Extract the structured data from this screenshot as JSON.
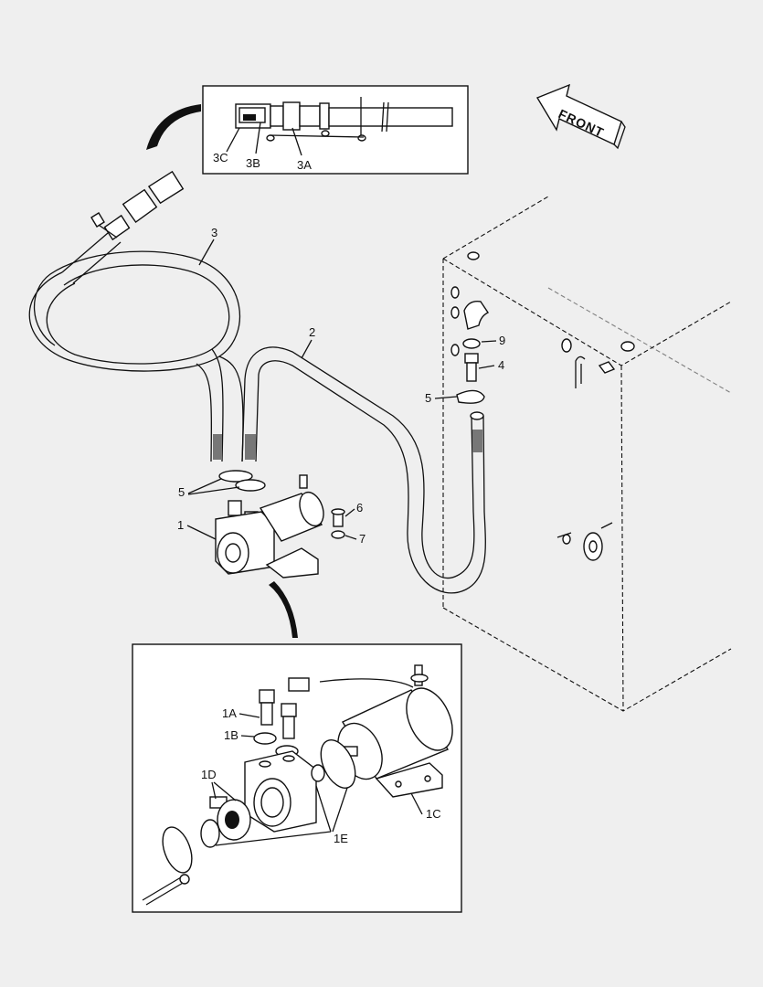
{
  "direction_label": "FRONT",
  "callouts": {
    "l3": "3",
    "l3A": "3A",
    "l3B": "3B",
    "l3C": "3C",
    "l2": "2",
    "l9": "9",
    "l4": "4",
    "l5_tank": "5",
    "l5_pump": "5",
    "l6": "6",
    "l7": "7",
    "l1": "1",
    "l1A": "1A",
    "l1B": "1B",
    "l1C": "1C",
    "l1D": "1D",
    "l1E": "1E"
  }
}
